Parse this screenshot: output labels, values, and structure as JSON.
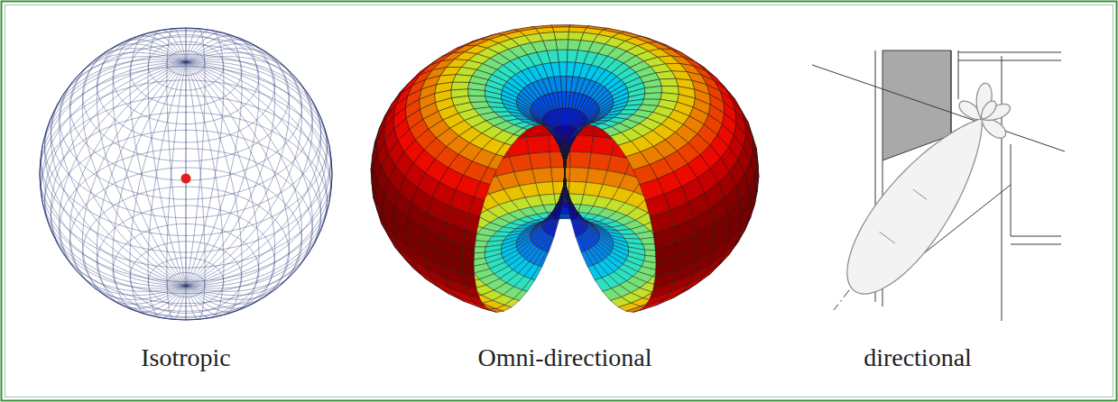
{
  "diagram": {
    "labels": [
      "Isotropic",
      "Omni-directional",
      "directional"
    ]
  }
}
